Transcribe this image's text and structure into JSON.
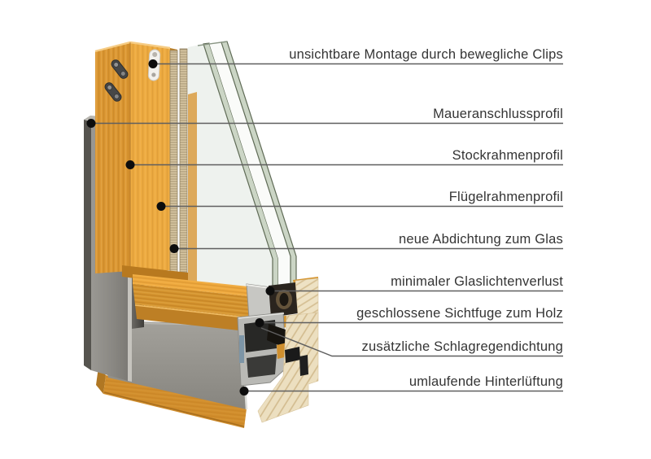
{
  "figure": {
    "type": "window-profile-cutaway-diagram",
    "labels": [
      {
        "text": "unsichtbare Montage durch bewegliche Clips"
      },
      {
        "text": "Maueranschlussprofil"
      },
      {
        "text": "Stockrahmenprofil"
      },
      {
        "text": "Flügelrahmenprofil"
      },
      {
        "text": "neue Abdichtung zum Glas"
      },
      {
        "text": "minimaler Glaslichtenverlust"
      },
      {
        "text": "geschlossene Sichtfuge zum Holz"
      },
      {
        "text": "zusätzliche Schlagregendichtung"
      },
      {
        "text": "umlaufende Hinterlüftung"
      }
    ]
  },
  "colors": {
    "background": "#ffffff",
    "label_text": "#343434",
    "leader_line": "#5f5f5f",
    "leader_dot": "#0d0d0d",
    "wood_side": "#dc9732",
    "wood_front": "#eeab41",
    "wood_sill": "#d28e2c",
    "wood_dark": "#b8791f",
    "aluminum_face": "#908e89",
    "aluminum_dark": "#56544f",
    "aluminum_light": "#c6c4be",
    "glass_face": "#eef2ee",
    "glass_edge": "#cbd5c5",
    "glass_edge_line": "#5f6b56",
    "cream_wood": "#eee2c4",
    "seal_black": "#17140f",
    "clip_metal": "#474747",
    "clip_white": "#f3f1ed"
  }
}
